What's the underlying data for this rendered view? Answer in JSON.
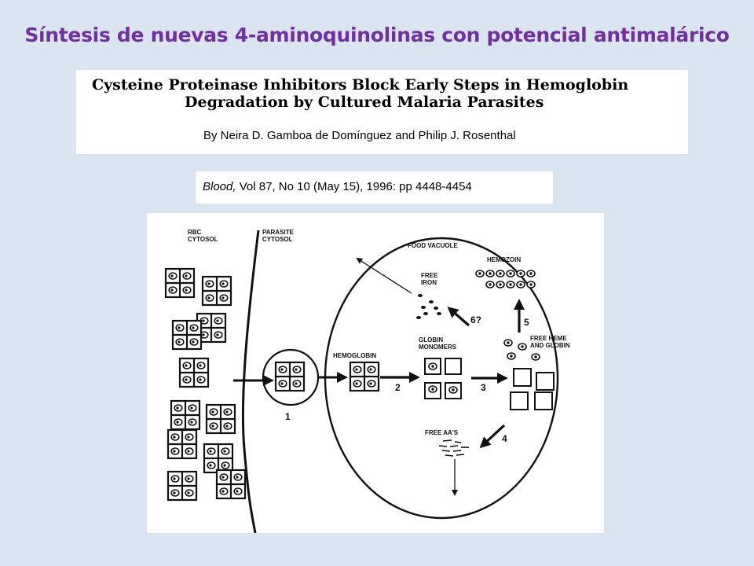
{
  "slide": {
    "title": "Síntesis de nuevas 4-aminoquinolinas con potencial antimalárico",
    "title_color": "#7030a0",
    "background": "#dbe5f1"
  },
  "paper": {
    "title_line1": "Cysteine Proteinase Inhibitors Block Early Steps in Hemoglobin",
    "title_line2": "Degradation by Cultured Malaria Parasites",
    "authors": "By Neira D. Gamboa de Domínguez and Philip J. Rosenthal"
  },
  "citation": {
    "journal": "Blood,",
    "details": "Vol 87, No 10 (May 15), 1996: pp 4448-4454"
  },
  "figure": {
    "labels": {
      "rbc_line1": "RBC",
      "rbc_line2": "CYTOSOL",
      "parasite_line1": "PARASITE",
      "parasite_line2": "CYTOSOL",
      "food_vacuole": "FOOD VACUOLE",
      "hemozoin": "HEMOZOIN",
      "free_iron_line1": "FREE",
      "free_iron_line2": "IRON",
      "hemoglobin": "HEMOGLOBIN",
      "globin_line1": "GLOBIN",
      "globin_line2": "MONOMERS",
      "free_heme_line1": "FREE HEME",
      "free_heme_line2": "AND GLOBIN",
      "free_aas": "FREE AA'S"
    },
    "steps": {
      "step1": "1",
      "step2": "2",
      "step3": "3",
      "step4": "4",
      "step5": "5",
      "step6": "6?"
    }
  }
}
